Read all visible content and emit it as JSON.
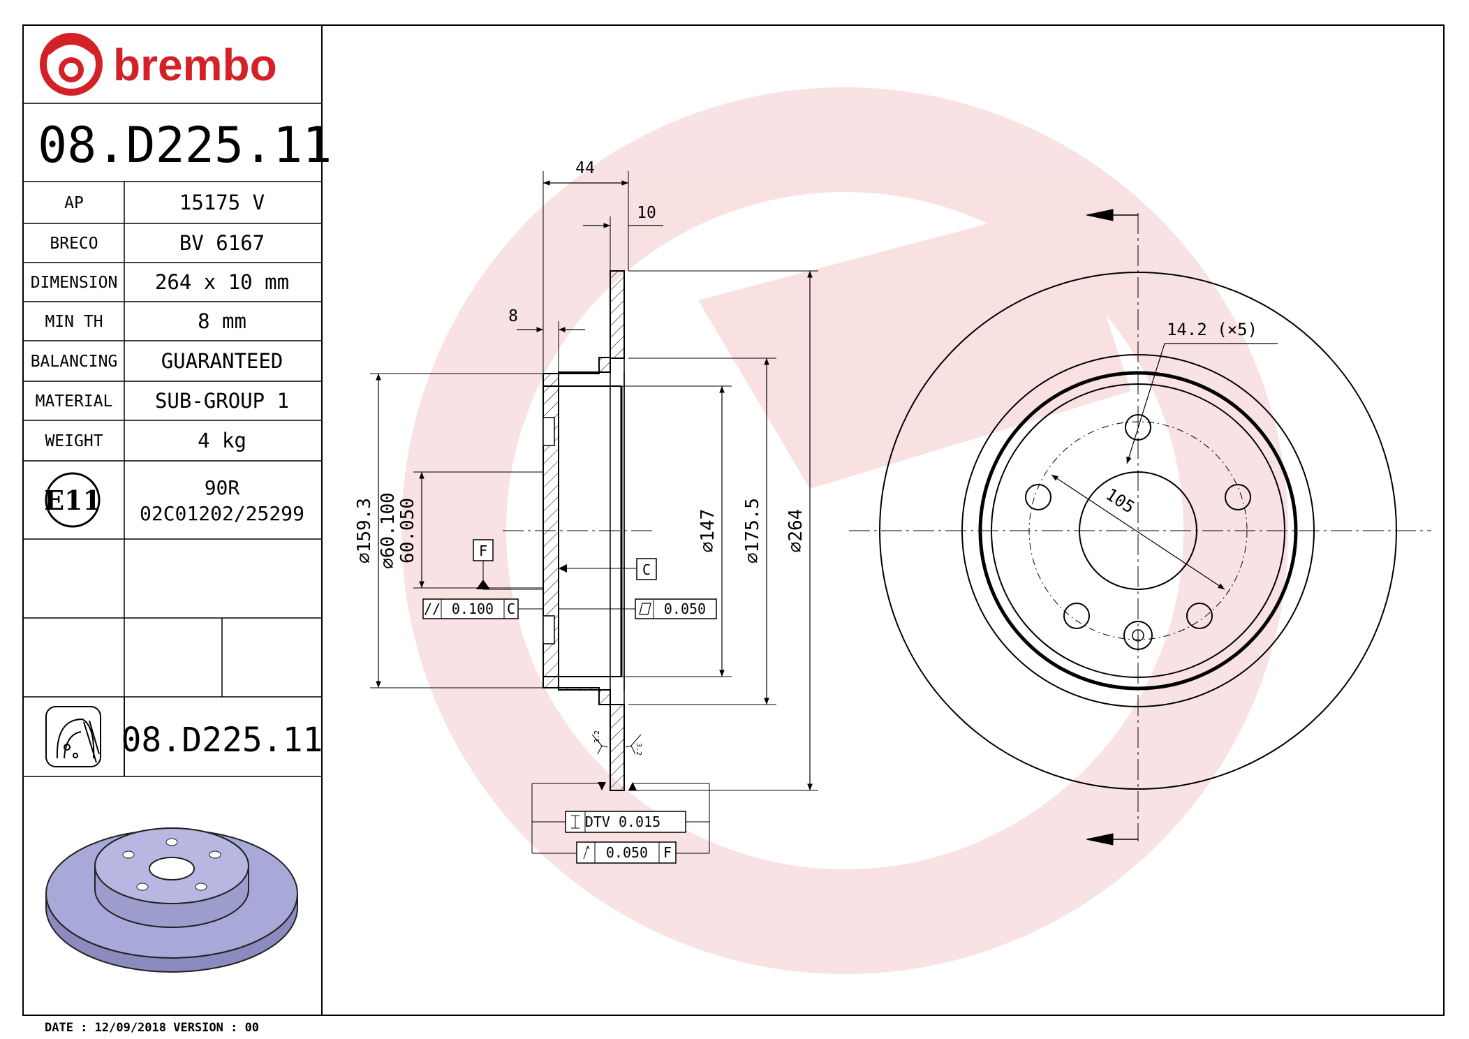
{
  "brand": {
    "name": "brembo",
    "color": "#d42027"
  },
  "part_number": "08.D225.11",
  "specs": [
    {
      "label": "AP",
      "value": "15175 V"
    },
    {
      "label": "BRECO",
      "value": "BV 6167"
    },
    {
      "label": "DIMENSION",
      "value": "264 x 10 mm"
    },
    {
      "label": "MIN TH",
      "value": "8 mm"
    },
    {
      "label": "BALANCING",
      "value": "GUARANTEED"
    },
    {
      "label": "MATERIAL",
      "value": "SUB-GROUP 1"
    },
    {
      "label": "WEIGHT",
      "value": "4 kg"
    }
  ],
  "homologation": {
    "mark": "E11",
    "regulation": "90R",
    "approval_number": "02C01202/25299"
  },
  "footer_part_number": "08.D225.11",
  "footer": {
    "date_label": "DATE : 12/09/2018 VERSION : 00"
  },
  "section_dims": {
    "overall_width": "44",
    "disc_thickness": "10",
    "hat_wall": "8",
    "dia_159": "159.3",
    "hub_tol_upper": "60.100",
    "hub_tol_lower": "60.050",
    "dia_147": "147",
    "dia_175": "175.5",
    "dia_264": "264",
    "datum_f": "F",
    "datum_c": "C",
    "parallelism_value": "0.100",
    "parallelism_datum": "C",
    "flatness_value": "0.050",
    "roughness_left": "3.2",
    "roughness_right": "3.2",
    "dtv_label": "DTV 0.015",
    "runout_value": "0.050",
    "runout_datum": "F"
  },
  "front_dims": {
    "bolt_hole": "14.2 (×5)",
    "pcd": "105"
  }
}
